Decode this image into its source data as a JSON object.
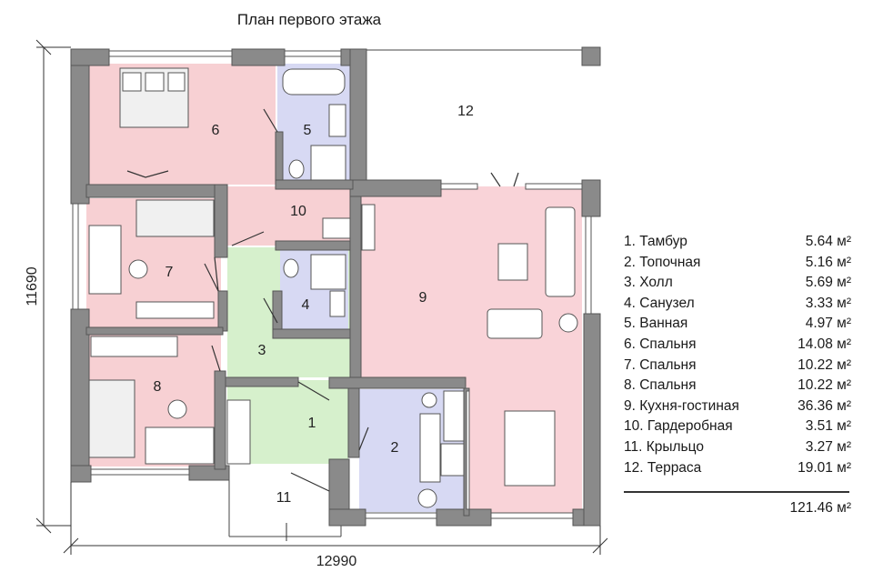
{
  "title": "План первого этажа",
  "rooms": [
    {
      "num": "1",
      "name": "Тамбур",
      "area": "5.64 м²"
    },
    {
      "num": "2",
      "name": "Топочная",
      "area": "5.16 м²"
    },
    {
      "num": "3",
      "name": "Холл",
      "area": "5.69 м²"
    },
    {
      "num": "4",
      "name": "Санузел",
      "area": "3.33 м²"
    },
    {
      "num": "5",
      "name": "Ванная",
      "area": "4.97 м²"
    },
    {
      "num": "6",
      "name": "Спальня",
      "area": "14.08 м²"
    },
    {
      "num": "7",
      "name": "Спальня",
      "area": "10.22 м²"
    },
    {
      "num": "8",
      "name": "Спальня",
      "area": "10.22 м²"
    },
    {
      "num": "9",
      "name": "Кухня-гостиная",
      "area": "36.36 м²"
    },
    {
      "num": "10",
      "name": "Гардеробная",
      "area": "3.51 м²"
    },
    {
      "num": "11",
      "name": "Крыльцо",
      "area": "3.27 м²"
    },
    {
      "num": "12",
      "name": "Терраса",
      "area": "19.01 м²"
    }
  ],
  "legend_rows": [
    {
      "label": "1. Тамбур",
      "area": "5.64 м²"
    },
    {
      "label": "2. Топочная",
      "area": "5.16 м²"
    },
    {
      "label": "3. Холл",
      "area": "5.69 м²"
    },
    {
      "label": "4. Санузел",
      "area": "3.33 м²"
    },
    {
      "label": "5. Ванная",
      "area": "4.97 м²"
    },
    {
      "label": "6. Спальня",
      "area": "14.08 м²"
    },
    {
      "label": "7. Спальня",
      "area": "10.22 м²"
    },
    {
      "label": "8. Спальня",
      "area": "10.22 м²"
    },
    {
      "label": "9. Кухня-гостиная",
      "area": "36.36 м²"
    },
    {
      "label": "10. Гардеробная",
      "area": "3.51 м²"
    },
    {
      "label": "11. Крыльцо",
      "area": "3.27 м²"
    },
    {
      "label": "12. Терраса",
      "area": "19.01 м²"
    }
  ],
  "total_area": "121.46 м²",
  "dimensions": {
    "width": "12990",
    "height": "11690"
  },
  "colors": {
    "bedroom": "#f7d0d3",
    "living": "#f9d3d8",
    "bath": "#d7d9f3",
    "hall": "#d6f0cc",
    "wall": "#8a8a8a",
    "wall_edge": "#555555"
  }
}
